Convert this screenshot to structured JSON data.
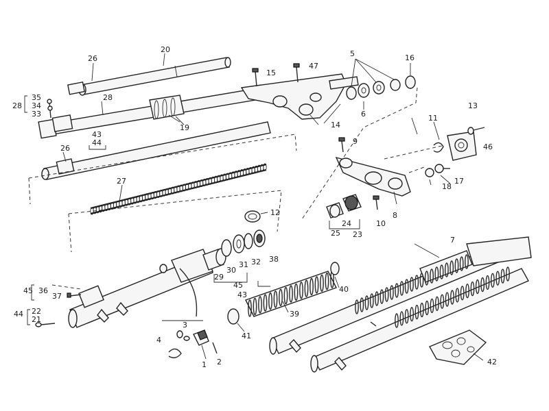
{
  "labels": {
    "l1": "1",
    "l2": "2",
    "l3": "3",
    "l4": "4",
    "l5": "5",
    "l6": "6",
    "l7": "7",
    "l8": "8",
    "l9": "9",
    "l10": "10",
    "l11": "11",
    "l12": "12",
    "l13": "13",
    "l14": "14",
    "l15": "15",
    "l16": "16",
    "l17": "17",
    "l18": "18",
    "l19": "19",
    "l20": "20",
    "l21": "21",
    "l22": "22",
    "l23": "23",
    "l24": "24",
    "l25": "25",
    "l26a": "26",
    "l26b": "26",
    "l27": "27",
    "l28a": "28",
    "l28b": "28",
    "l29": "29",
    "l30": "30",
    "l31": "31",
    "l32": "32",
    "l33": "33",
    "l34": "34",
    "l35": "35",
    "l36": "36",
    "l37": "37",
    "l38": "38",
    "l39": "39",
    "l40": "40",
    "l41": "41",
    "l42": "42",
    "l43a": "43",
    "l43b": "43",
    "l44": "44",
    "l45a": "45",
    "l45b": "45",
    "l46": "46",
    "l47": "47"
  }
}
